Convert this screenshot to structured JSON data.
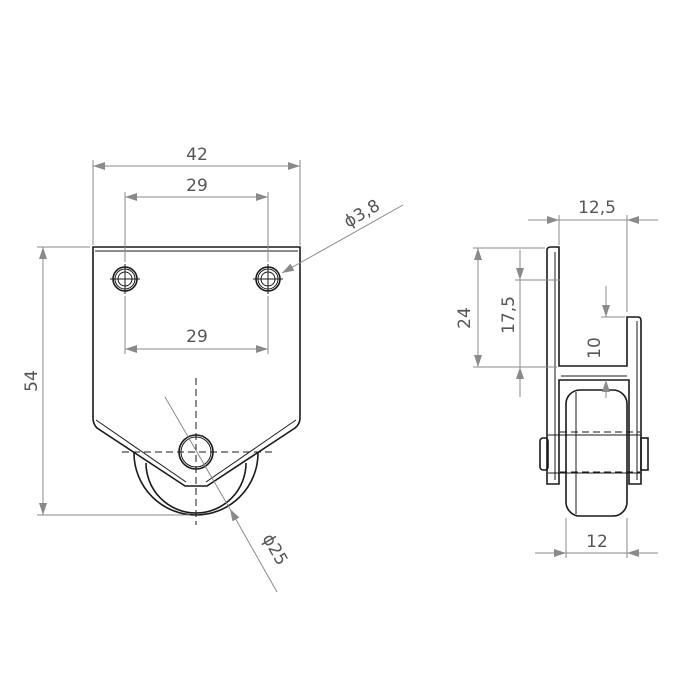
{
  "drawing": {
    "front_view": {
      "width_overall": "42",
      "hole_spacing_top": "29",
      "hole_spacing_bottom": "29",
      "height_overall": "54",
      "hole_diameter": "ϕ3,8",
      "wheel_diameter": "ϕ25"
    },
    "side_view": {
      "flange_offset": "12,5",
      "plate_height": "24",
      "hole_height": "17,5",
      "channel_depth": "10",
      "wheel_width": "12"
    },
    "colors": {
      "outline": "#1a1a1a",
      "dimension": "#8a8a8a",
      "dimension_text": "#555555"
    }
  }
}
